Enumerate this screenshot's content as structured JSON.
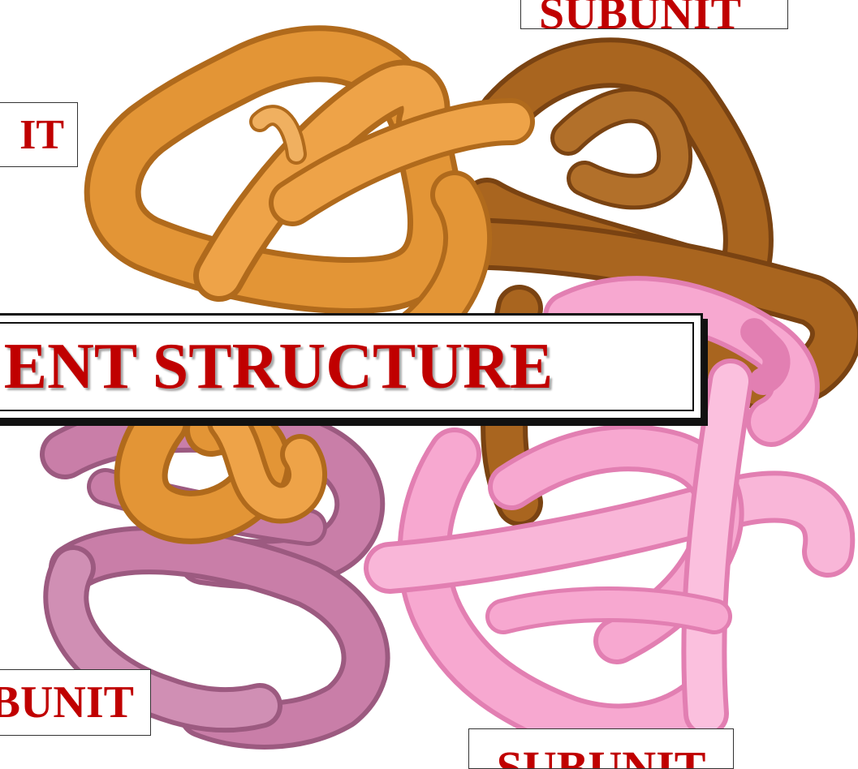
{
  "labels": {
    "top_right": "SUBUNIT",
    "top_left": "IT",
    "bottom_left": "BUNIT",
    "bottom_right": "SUBUNIT"
  },
  "title": "ENT STRUCTURE",
  "colors": {
    "subunit_orange": "#e39536",
    "subunit_brown": "#a9651f",
    "subunit_mauve": "#c97ea8",
    "subunit_pink": "#f7a8d0",
    "label_text": "#c00000"
  }
}
